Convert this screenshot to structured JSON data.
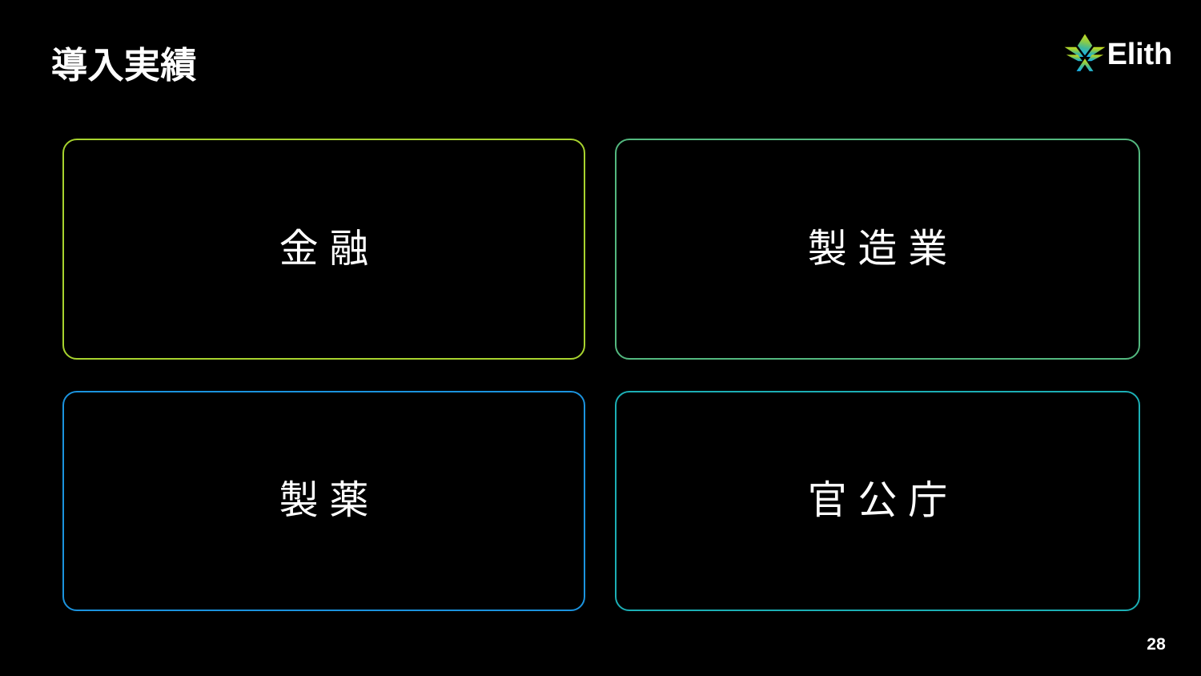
{
  "slide": {
    "title": "導入実績",
    "background_color": "#000000",
    "text_color": "#ffffff",
    "page_number": "28"
  },
  "brand": {
    "name": "Elith",
    "mark_icon": "elith-leaf-mark-icon",
    "mark_gradient_start": "#b9d62b",
    "mark_gradient_mid": "#4cb98a",
    "mark_gradient_end": "#1ab4e8"
  },
  "cards": [
    {
      "label": "金融",
      "border_color": "#a7d32e"
    },
    {
      "label": "製造業",
      "border_color": "#53b87f"
    },
    {
      "label": "製薬",
      "border_color": "#1b93de"
    },
    {
      "label": "官公庁",
      "border_color": "#1cafb5"
    }
  ]
}
